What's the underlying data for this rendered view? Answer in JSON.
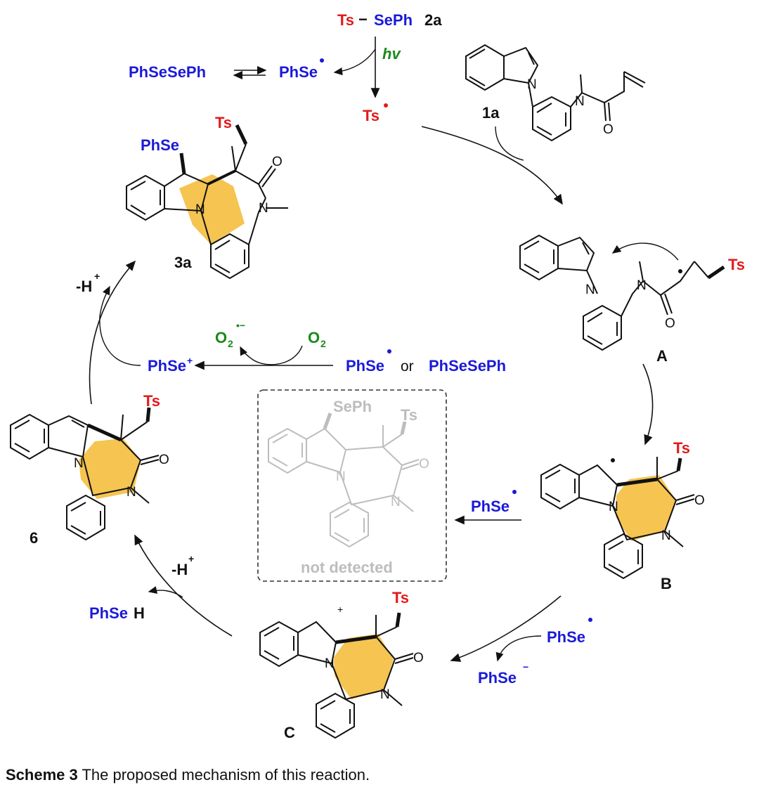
{
  "caption": {
    "bold": "Scheme 3",
    "text": "The proposed mechanism of this reaction."
  },
  "reagents": {
    "ts": "Ts",
    "dash": "−",
    "seph": "SePh",
    "label_2a": "2a",
    "hv": "hv",
    "phsesephh": "PhSeSePh",
    "phse_radical": "PhSe",
    "ts_radical": "Ts",
    "label_1a": "1a"
  },
  "intermediates": {
    "A": "A",
    "B": "B",
    "C": "C",
    "product": "3a",
    "six": "6"
  },
  "atoms": {
    "N": "N",
    "O": "O",
    "Ts": "Ts",
    "SePh": "SePh",
    "PhSe": "PhSe"
  },
  "oxidation": {
    "o2_minus": "O",
    "o2_minus_sub": "2",
    "o2_minus_sup": "•−",
    "o2": "O",
    "o2_sub": "2",
    "phse_plus": "PhSe",
    "plus": "+",
    "phse_radical": "PhSe",
    "or": "or",
    "phsesephh": "PhSeSePh"
  },
  "side": {
    "phse_to_box": "PhSe",
    "not_detected": "not detected",
    "phse_radical_in": "PhSe",
    "phse_minus": "PhSe",
    "minus": "−",
    "phseh": "PhSe",
    "h": "H",
    "minus_h": "-H",
    "plus_sup": "+"
  },
  "colors": {
    "blue": "#1a1ad8",
    "red": "#e21b1b",
    "green": "#1a8a1a",
    "ring_fill": "#f5c451",
    "gray": "#bdbdbd"
  }
}
